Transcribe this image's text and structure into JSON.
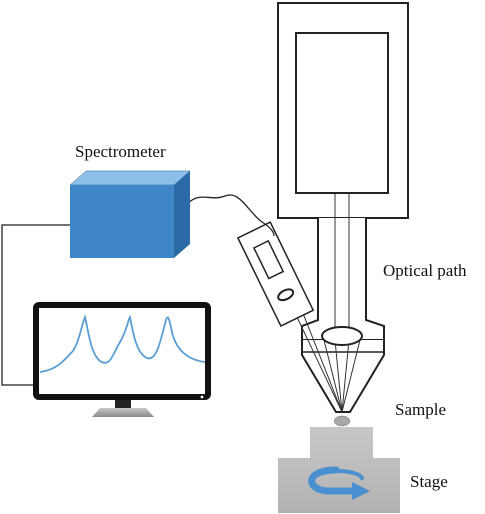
{
  "labels": {
    "spectrometer": "Spectrometer",
    "optical_path": "Optical path",
    "sample": "Sample",
    "stage": "Stage"
  },
  "colors": {
    "spectrometer_front": "#3f86c6",
    "spectrometer_top": "#8cc0ea",
    "spectrometer_side": "#2a6aa6",
    "monitor_frame": "#111111",
    "spectrum_line": "#5a9fd4",
    "stage_gray": "#bfbfbf",
    "rotation_arrow": "#4a8fd0"
  },
  "icons": {
    "stage_rotation": "curved-arrow-icon"
  }
}
